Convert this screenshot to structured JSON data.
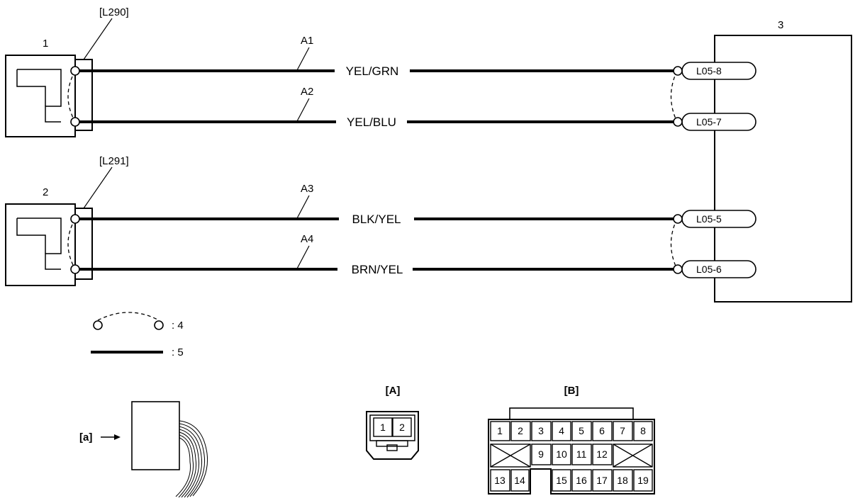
{
  "components": {
    "sensor1": {
      "number": "1",
      "connector": "[L290]"
    },
    "sensor2": {
      "number": "2",
      "connector": "[L291]"
    },
    "ecu": {
      "number": "3"
    }
  },
  "wires": [
    {
      "id": "A1",
      "color": "YEL/GRN",
      "terminal": "L05-8"
    },
    {
      "id": "A2",
      "color": "YEL/BLU",
      "terminal": "L05-7"
    },
    {
      "id": "A3",
      "color": "BLK/YEL",
      "terminal": "L05-5"
    },
    {
      "id": "A4",
      "color": "BRN/YEL",
      "terminal": "L05-6"
    }
  ],
  "legend": {
    "twisted_pair": ": 4",
    "wire": ": 5"
  },
  "views": {
    "front_view_label": "[a]",
    "connector_a": {
      "title": "[A]",
      "pins": [
        "1",
        "2"
      ]
    },
    "connector_b": {
      "title": "[B]",
      "row1": [
        "1",
        "2",
        "3",
        "4",
        "5",
        "6",
        "7",
        "8"
      ],
      "row2": [
        "9",
        "10",
        "11",
        "12"
      ],
      "row3_left": [
        "13",
        "14"
      ],
      "row3_right": [
        "15",
        "16",
        "17",
        "18",
        "19"
      ]
    }
  }
}
